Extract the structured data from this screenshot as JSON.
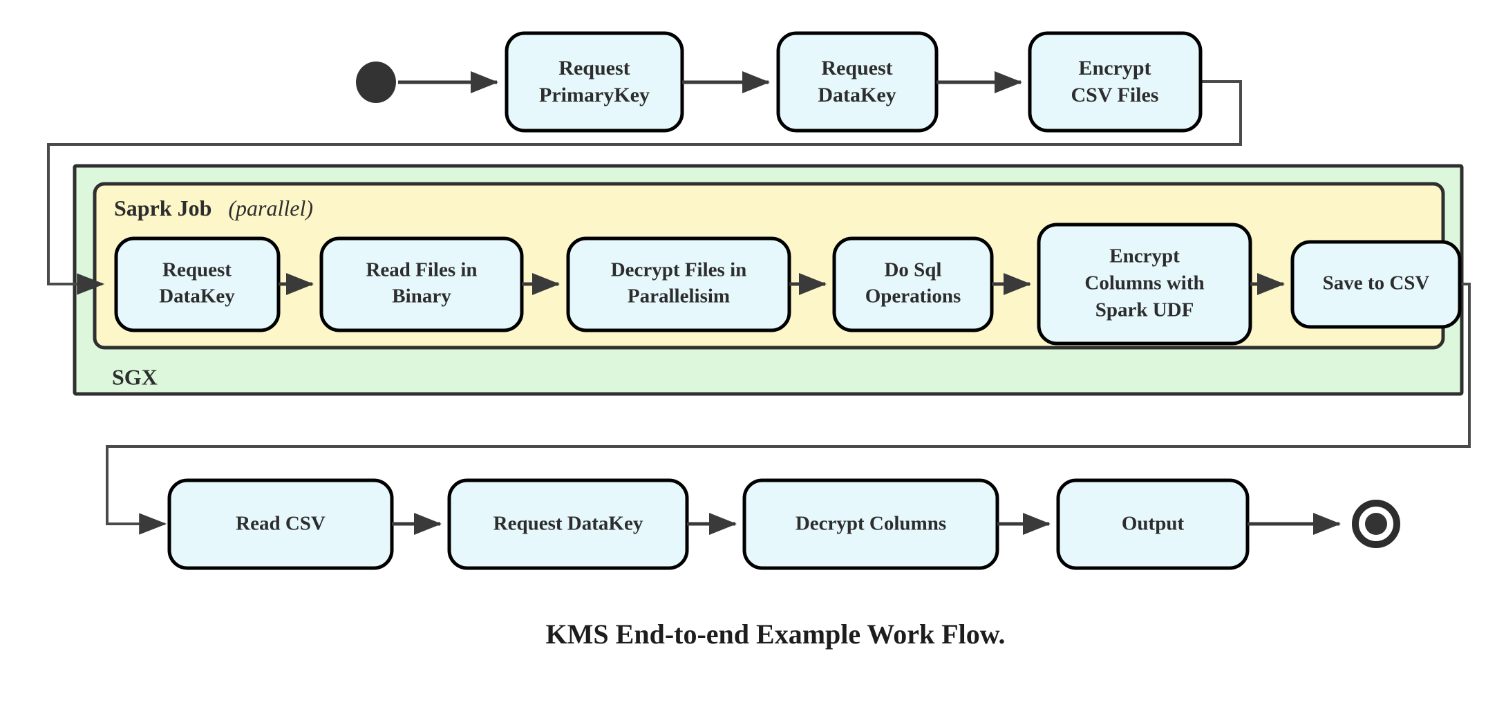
{
  "diagram": {
    "caption": "KMS End-to-end Example Work Flow.",
    "colors": {
      "node_fill": "#e6f8fc",
      "node_stroke": "#000000",
      "sgx_fill": "#ddf7dd",
      "spark_fill": "#fdf6c9",
      "group_stroke": "#2f2f2f",
      "edge_stroke": "#3a3a3a",
      "terminal_fill": "#333333",
      "text": "#2d2d2d",
      "background": "#ffffff"
    },
    "groups": {
      "sgx": {
        "label": "SGX"
      },
      "spark": {
        "label": "Saprk Job",
        "modifier": "(parallel)"
      }
    },
    "terminals": {
      "start": {
        "name": "start-state"
      },
      "end": {
        "name": "final-state"
      }
    },
    "rows": {
      "top": {
        "nodes": [
          {
            "id": "request-primarykey",
            "line1": "Request",
            "line2": "PrimaryKey"
          },
          {
            "id": "request-datakey-top",
            "line1": "Request",
            "line2": "DataKey"
          },
          {
            "id": "encrypt-csv-files",
            "line1": "Encrypt",
            "line2": "CSV Files"
          }
        ]
      },
      "spark": {
        "nodes": [
          {
            "id": "request-datakey-spark",
            "line1": "Request",
            "line2": "DataKey"
          },
          {
            "id": "read-files-in-binary",
            "line1": "Read Files in",
            "line2": "Binary"
          },
          {
            "id": "decrypt-files-in-parallelisim",
            "line1": "Decrypt Files in",
            "line2": "Parallelisim"
          },
          {
            "id": "do-sql-operations",
            "line1": "Do Sql",
            "line2": "Operations"
          },
          {
            "id": "encrypt-columns-with-spark-udf",
            "line1": "Encrypt",
            "line2": "Columns with",
            "line3": "Spark UDF"
          },
          {
            "id": "save-to-csv",
            "line1": "Save to CSV"
          }
        ]
      },
      "bottom": {
        "nodes": [
          {
            "id": "read-csv",
            "line1": "Read CSV"
          },
          {
            "id": "request-datakey-bottom",
            "line1": "Request DataKey"
          },
          {
            "id": "decrypt-columns",
            "line1": "Decrypt Columns"
          },
          {
            "id": "output",
            "line1": "Output"
          }
        ]
      }
    }
  }
}
